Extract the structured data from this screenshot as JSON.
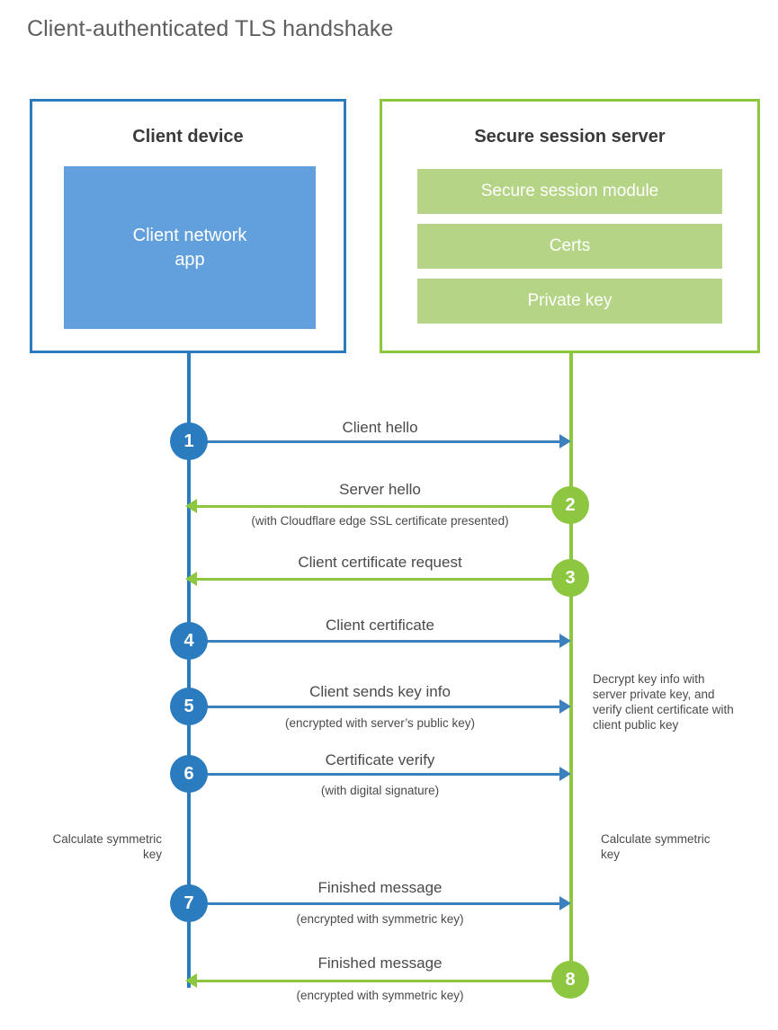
{
  "title": "Client-authenticated TLS handshake",
  "colors": {
    "client_blue": "#2b7cbf",
    "client_app_fill": "#61a0dc",
    "server_green": "#8dc63f",
    "server_bar_fill": "#b5d485",
    "arrow_blue": "#3c81bd",
    "text_gray": "#4a4a4a",
    "title_gray": "#5e5e5e"
  },
  "client": {
    "title": "Client device",
    "app_label": "Client network\napp",
    "app_label_line1": "Client network",
    "app_label_line2": "app"
  },
  "server": {
    "title": "Secure session server",
    "modules": [
      {
        "label": "Secure session module"
      },
      {
        "label": "Certs"
      },
      {
        "label": "Private key"
      }
    ]
  },
  "steps": [
    {
      "number": "1",
      "direction": "client-to-server",
      "label": "Client hello",
      "sublabel": ""
    },
    {
      "number": "2",
      "direction": "server-to-client",
      "label": "Server hello",
      "sublabel": "(with Cloudflare edge SSL certificate presented)"
    },
    {
      "number": "3",
      "direction": "server-to-client",
      "label": "Client certificate request",
      "sublabel": ""
    },
    {
      "number": "4",
      "direction": "client-to-server",
      "label": "Client certificate",
      "sublabel": ""
    },
    {
      "number": "5",
      "direction": "client-to-server",
      "label": "Client sends key info",
      "sublabel": "(encrypted with server’s public key)"
    },
    {
      "number": "6",
      "direction": "client-to-server",
      "label": "Certificate verify",
      "sublabel": "(with digital signature)"
    },
    {
      "number": "7",
      "direction": "client-to-server",
      "label": "Finished message",
      "sublabel": "(encrypted with symmetric key)"
    },
    {
      "number": "8",
      "direction": "server-to-client",
      "label": "Finished message",
      "sublabel": "(encrypted with symmetric key)"
    }
  ],
  "notes": {
    "server_decrypt": "Decrypt key info with server private key, and verify client certificate with client public key",
    "client_calculate": "Calculate symmetric key",
    "server_calculate": "Calculate symmetric key"
  }
}
